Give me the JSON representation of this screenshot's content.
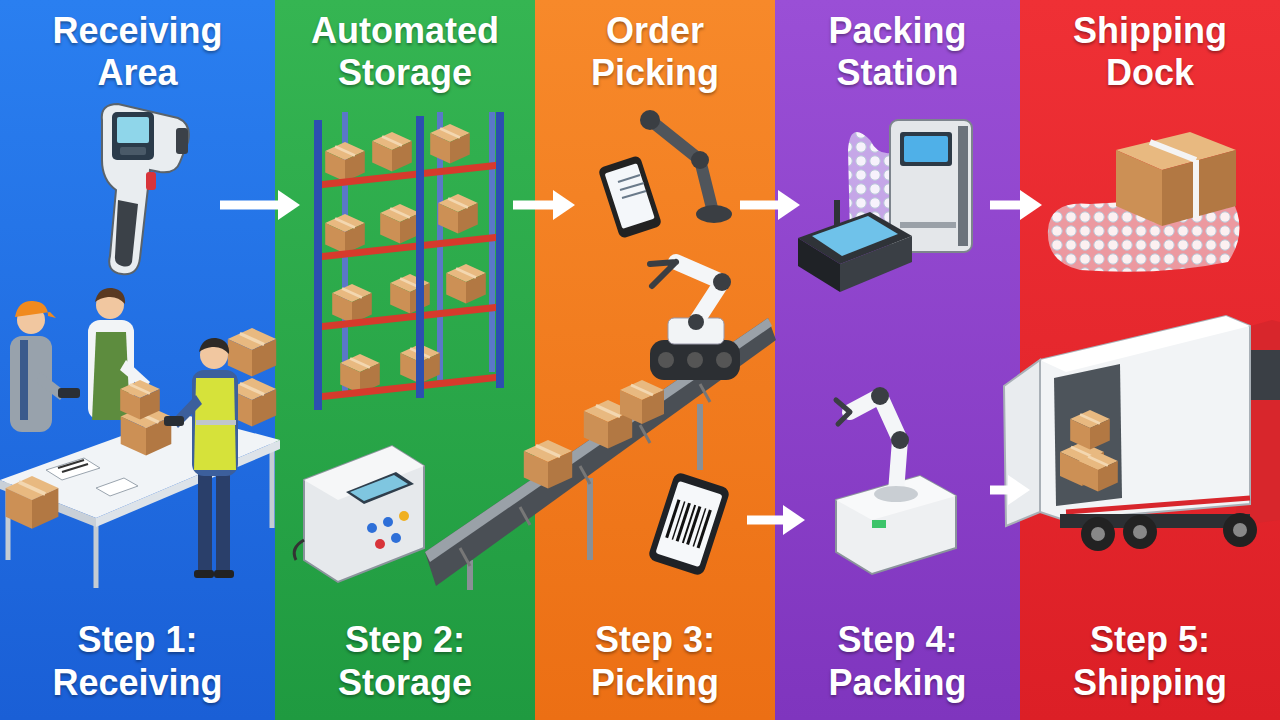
{
  "diagram": {
    "nodes": [
      {
        "text": [
          "Receiving Area",
          "Step 1: Receiving"
        ]
      },
      {
        "text": [
          "Automated Storage",
          "Step 2: Storage"
        ]
      },
      {
        "text": [
          "Order Picking",
          "Step 3: Picking"
        ]
      },
      {
        "text": [
          "Packing Station",
          "Step 4: Packing"
        ]
      },
      {
        "text": [
          "Shipping Dock",
          "Step 5: Shipping"
        ]
      }
    ],
    "edges": [
      {
        "from": 0,
        "to": 1,
        "arrow": "to"
      },
      {
        "from": 1,
        "to": 2,
        "arrow": "to"
      },
      {
        "from": 2,
        "to": 3,
        "arrow": "to"
      },
      {
        "from": 3,
        "to": 4,
        "arrow": "to"
      },
      {
        "from": 2,
        "to": 3,
        "arrow": "to"
      },
      {
        "from": 3,
        "to": 4,
        "arrow": "to"
      }
    ]
  }
}
